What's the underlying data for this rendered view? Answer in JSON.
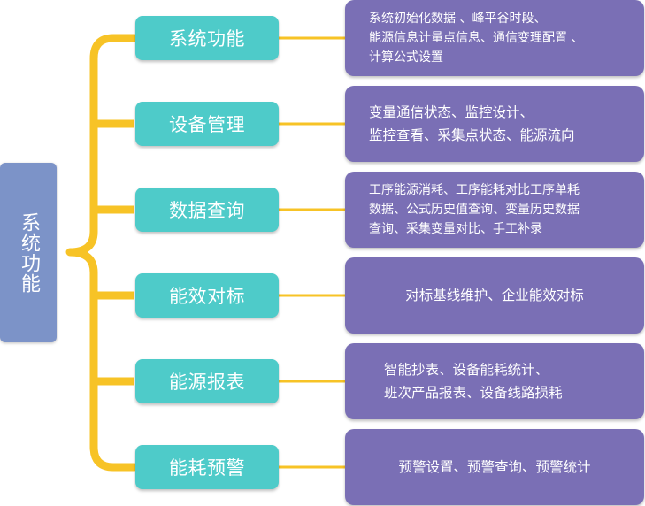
{
  "root": {
    "label": "系统功能"
  },
  "categories": [
    {
      "label": "系统功能",
      "lines": [
        "系统初始化数据 、峰平谷时段、",
        "能源信息计量点信息、通信变理配置 、",
        "计算公式设置"
      ]
    },
    {
      "label": "设备管理",
      "lines": [
        "变量通信状态、监控设计、",
        "监控查看、采集点状态、能源流向"
      ]
    },
    {
      "label": "数据查询",
      "lines": [
        "工序能源消耗、工序能耗对比工序单耗",
        "数据、公式历史值查询、变量历史数据",
        "查询、采集变量对比、手工补录"
      ]
    },
    {
      "label": "能效对标",
      "lines": [
        "对标基线维护、企业能效对标"
      ]
    },
    {
      "label": "能源报表",
      "lines": [
        "智能抄表、设备能耗统计、",
        "班次产品报表、设备线路损耗"
      ]
    },
    {
      "label": "能耗预警",
      "lines": [
        "预警设置、预警查询、预警统计"
      ]
    }
  ],
  "colors": {
    "root_fill": "#7c93c8",
    "category_fill": "#4ecbc9",
    "description_fill": "#7a6fb5",
    "connector": "#f7c326"
  }
}
